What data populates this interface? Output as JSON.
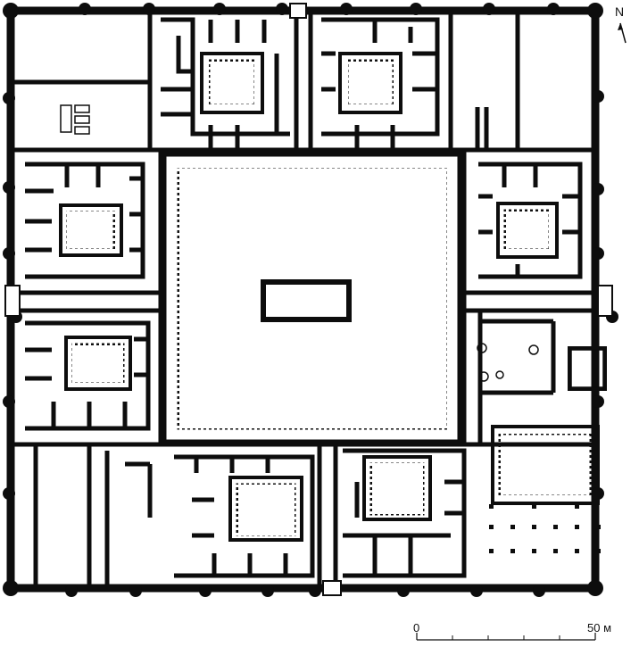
{
  "north_label": "N",
  "scale": {
    "start_label": "0",
    "end_label": "50 м"
  },
  "colors": {
    "ink": "#0d0d0d",
    "paper": "#ffffff"
  },
  "icons": [
    "north-arrow-icon",
    "scale-bar-icon"
  ]
}
